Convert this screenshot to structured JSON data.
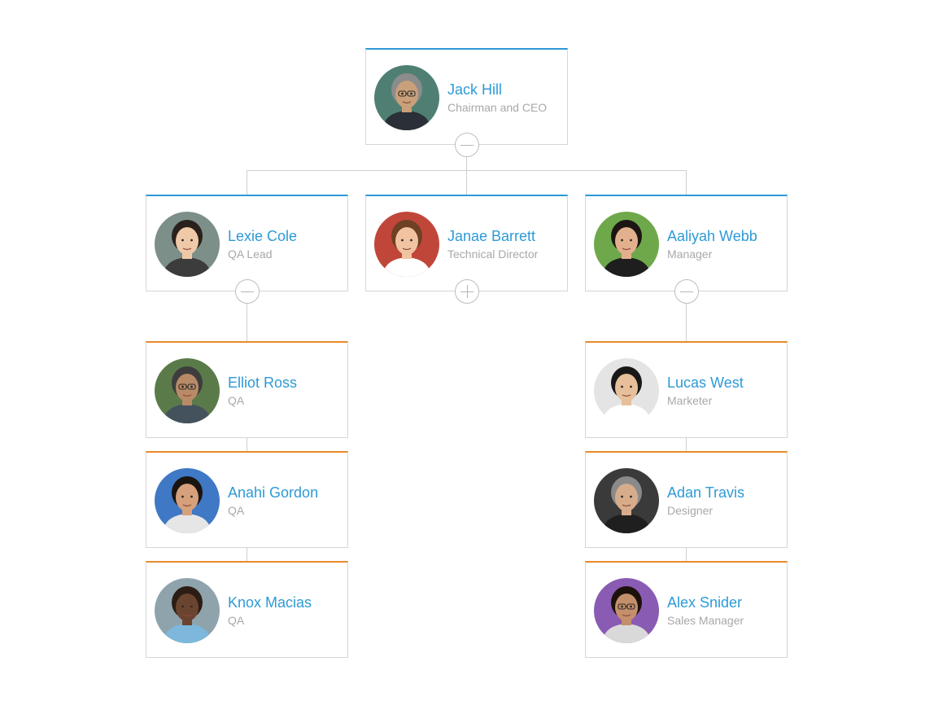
{
  "colors": {
    "root_accent": "#2d9ad6",
    "manager_accent": "#2d9ad6",
    "staff_accent": "#e88a2b",
    "name_text": "#2d9ad6",
    "title_text": "#a8a8a8",
    "connector": "#cfcfcf"
  },
  "org": {
    "nodes": [
      {
        "id": "jack-hill",
        "name": "Jack Hill",
        "title": "Chairman and CEO",
        "parent": null,
        "level": 0,
        "toggle": "collapse",
        "photo": {
          "bg": "#4f7f73",
          "skin": "#c9a07a",
          "hair": "#8c8c8c",
          "shirt": "#2b2f38",
          "glasses": true
        }
      },
      {
        "id": "lexie-cole",
        "name": "Lexie Cole",
        "title": "QA Lead",
        "parent": "jack-hill",
        "level": 1,
        "toggle": "collapse",
        "photo": {
          "bg": "#7c8f88",
          "skin": "#f0c9a8",
          "hair": "#2a211d",
          "shirt": "#3c3c3c",
          "glasses": false
        }
      },
      {
        "id": "janae-barrett",
        "name": "Janae Barrett",
        "title": "Technical Director",
        "parent": "jack-hill",
        "level": 1,
        "toggle": "expand",
        "photo": {
          "bg": "#c0463a",
          "skin": "#f2c3a1",
          "hair": "#6e4024",
          "shirt": "#ffffff",
          "glasses": false
        }
      },
      {
        "id": "aaliyah-webb",
        "name": "Aaliyah Webb",
        "title": "Manager",
        "parent": "jack-hill",
        "level": 1,
        "toggle": "collapse",
        "photo": {
          "bg": "#6ea84a",
          "skin": "#e3b08e",
          "hair": "#1c1612",
          "shirt": "#1e1e1e",
          "glasses": false
        }
      },
      {
        "id": "elliot-ross",
        "name": "Elliot Ross",
        "title": "QA",
        "parent": "lexie-cole",
        "level": 2,
        "toggle": null,
        "photo": {
          "bg": "#5b7a4a",
          "skin": "#b98a67",
          "hair": "#3d3d3d",
          "shirt": "#44525e",
          "glasses": true
        }
      },
      {
        "id": "anahi-gordon",
        "name": "Anahi Gordon",
        "title": "QA",
        "parent": "lexie-cole",
        "level": 2,
        "toggle": null,
        "photo": {
          "bg": "#3f78c4",
          "skin": "#d5a07b",
          "hair": "#1a1410",
          "shirt": "#e6e6e6",
          "glasses": false
        }
      },
      {
        "id": "knox-macias",
        "name": "Knox Macias",
        "title": "QA",
        "parent": "lexie-cole",
        "level": 2,
        "toggle": null,
        "photo": {
          "bg": "#8fa3ad",
          "skin": "#6b4430",
          "hair": "#2b1d15",
          "shirt": "#7db7dc",
          "glasses": false
        }
      },
      {
        "id": "lucas-west",
        "name": "Lucas West",
        "title": "Marketer",
        "parent": "aaliyah-webb",
        "level": 2,
        "toggle": null,
        "photo": {
          "bg": "#e4e4e4",
          "skin": "#e7bf9a",
          "hair": "#181818",
          "shirt": "#ffffff",
          "glasses": false
        }
      },
      {
        "id": "adan-travis",
        "name": "Adan Travis",
        "title": "Designer",
        "parent": "aaliyah-webb",
        "level": 2,
        "toggle": null,
        "photo": {
          "bg": "#3a3a3a",
          "skin": "#d7ac8b",
          "hair": "#8a8a8a",
          "shirt": "#1f1f1f",
          "glasses": false
        }
      },
      {
        "id": "alex-snider",
        "name": "Alex Snider",
        "title": "Sales Manager",
        "parent": "aaliyah-webb",
        "level": 2,
        "toggle": null,
        "photo": {
          "bg": "#8a5bb3",
          "skin": "#c48f6b",
          "hair": "#1c120c",
          "shirt": "#d9d9d9",
          "glasses": true
        }
      }
    ]
  }
}
